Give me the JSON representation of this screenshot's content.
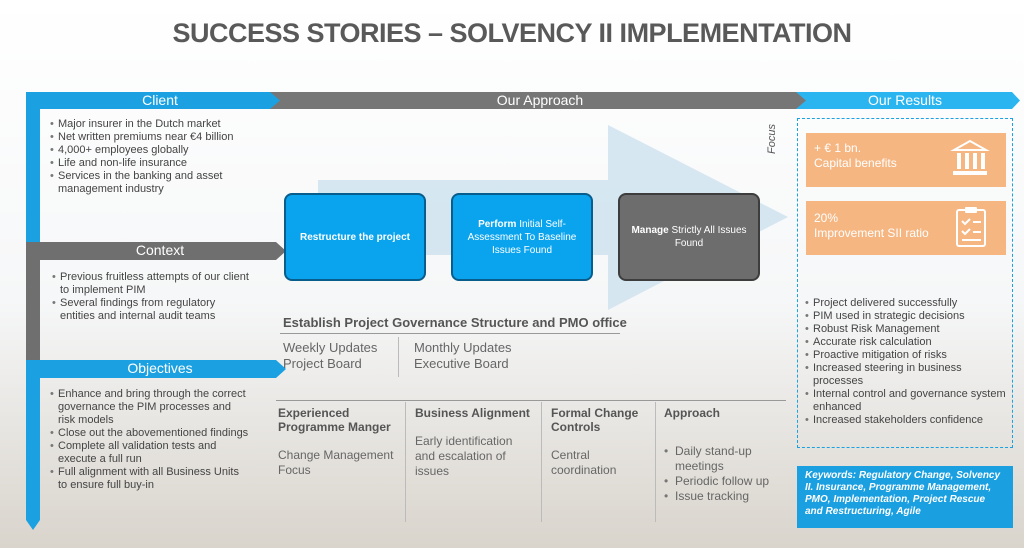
{
  "title": "SUCCESS STORIES – SOLVENCY II IMPLEMENTATION",
  "colors": {
    "blue": "#1ba1e2",
    "grey": "#6f6f6f",
    "orange": "#f6b682"
  },
  "banners": {
    "client": "Client",
    "approach": "Our Approach",
    "results": "Our Results"
  },
  "client": {
    "items": [
      "Major insurer in the Dutch market",
      "Net written premiums near €4 billion",
      "4,000+ employees globally",
      "Life and non-life insurance",
      "Services in the banking and asset management industry"
    ]
  },
  "context": {
    "heading": "Context",
    "items": [
      "Previous fruitless attempts of our client to implement PIM",
      "Several findings from regulatory entities and internal audit teams"
    ]
  },
  "objectives": {
    "heading": "Objectives",
    "items": [
      "Enhance and bring through the correct governance the PIM processes and risk models",
      "Close out the abovementioned findings",
      "Complete all validation tests and execute a full run",
      "Full alignment with all Business Units to ensure full buy-in"
    ]
  },
  "approach": {
    "box1": "Restructure the project",
    "box2_bold": "Perform",
    "box2": " Initial Self-Assessment To Baseline Issues Found",
    "box3_bold": "Manage",
    "box3": " Strictly All Issues Found",
    "governance": "Establish Project Governance Structure and PMO office",
    "weekly": "Weekly Updates",
    "weekly_sub": "Project Board",
    "monthly": "Monthly Updates",
    "monthly_sub": "Executive Board",
    "columns": [
      {
        "title": "Experienced Programme Manger",
        "text": "Change Management Focus"
      },
      {
        "title": "Business Alignment",
        "text": "Early identification and escalation of issues"
      },
      {
        "title": "Formal Change Controls",
        "text": "Central coordination"
      }
    ],
    "approach_col": {
      "title": "Approach",
      "items": [
        "Daily stand-up meetings",
        "Periodic follow up",
        "Issue tracking"
      ]
    }
  },
  "focus_label": "Focus",
  "results": {
    "card1_value": "+ € 1 bn.",
    "card1_label": "Capital benefits",
    "card2_value": "20%",
    "card2_label": "Improvement SII ratio",
    "items": [
      "Project delivered successfully",
      "PIM used in strategic decisions",
      "Robust Risk Management",
      "Accurate risk calculation",
      "Proactive mitigation of risks",
      "Increased steering in business processes",
      "Internal control and governance system enhanced",
      "Increased stakeholders confidence"
    ]
  },
  "keywords": "Keywords: Regulatory Change, Solvency II. Insurance, Programme Management, PMO, Implementation, Project Rescue and Restructuring, Agile"
}
